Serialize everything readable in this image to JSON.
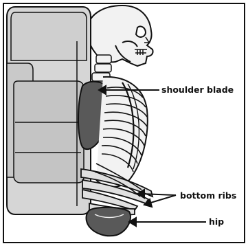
{
  "labels": {
    "shoulder_blade": "shoulder blade",
    "bottom_ribs": "bottom ribs",
    "hip": "hip"
  },
  "colors": {
    "pack_fill": "#d6d6d6",
    "pack_dark": "#bdbdbd",
    "bone_fill": "#f2f2f2",
    "shadow": "#595959",
    "line": "#111111"
  }
}
